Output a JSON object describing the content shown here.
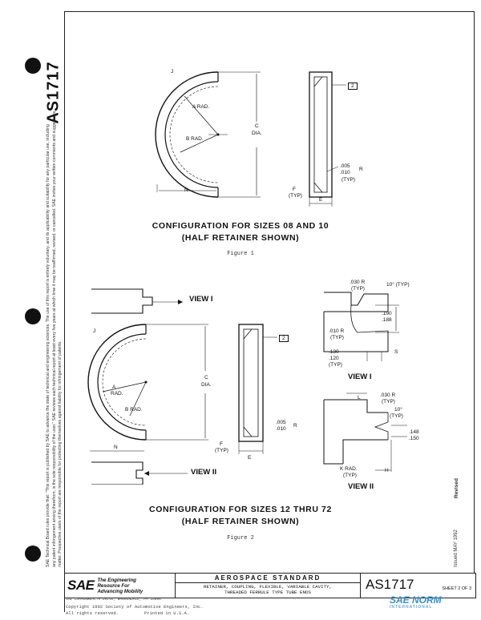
{
  "document_id": "AS1717",
  "side_notice": {
    "line1": "SAE Technical Board rules provide that: \"This report is published by SAE to advance the state of technical and engineering sciences. The use of this report is entirely voluntary, and its applicability and suitability for any particular use, including",
    "line2": "any patent infringement arising therefrom, is the sole responsibility of the user.\" SAE reviews each technical report at least every five years at which time it may be reaffirmed, revised, or cancelled. SAE invites your written comments and suggestions.",
    "line3": "matter. Prospective users of the report are responsible for protecting themselves against liability for infringement of patents."
  },
  "figure1": {
    "caption_line1": "CONFIGURATION FOR SIZES 08 AND 10",
    "caption_line2": "(HALF RETAINER SHOWN)",
    "label": "Figure 1",
    "dims": {
      "j": "J",
      "a_rad": "A RAD.",
      "b_rad": "B RAD.",
      "c": "C",
      "dia": "DIA.",
      "n": "N",
      "f": "F",
      "typ": "(TYP)",
      "e": "E",
      "radius_value_1": ".005",
      "radius_value_2": ".010",
      "r": "R",
      "typ2": "(TYP)",
      "callout": "2"
    }
  },
  "figure2": {
    "caption_line1": "CONFIGURATION FOR SIZES 12 THRU 72",
    "caption_line2": "(HALF RETAINER SHOWN)",
    "label": "Figure 2",
    "view1_label": "VIEW I",
    "view2_label": "VIEW II",
    "dims": {
      "j": "J",
      "a_rad": "A",
      "a_rad2": "RAD.",
      "b_rad": "B RAD.",
      "c": "C",
      "dia": "DIA.",
      "n": "N",
      "f": "F",
      "typ": "(TYP)",
      "e": "E",
      "radius_value_1": ".005",
      "radius_value_2": ".010",
      "r": "R",
      "callout": "2"
    },
    "view1": {
      "r030": ".030 R",
      "typ": "(TYP)",
      "angle": "10° (TYP)",
      "r010": ".010 R",
      "typ2": "(TYP)",
      "d190": ".190",
      "d188": ".188",
      "d130": ".130",
      "d120": ".120",
      "typ3": "(TYP)",
      "s": "S",
      "title": "VIEW I"
    },
    "view2": {
      "l": "L",
      "r030": ".030 R",
      "typ": "(TYP)",
      "angle": "10°",
      "typ_angle": "(TYP)",
      "d148": ".148",
      "d150": ".150",
      "k_rad": "K RAD.",
      "typ2": "(TYP)",
      "h": "H",
      "title": "VIEW II"
    }
  },
  "margin_right": {
    "revised": "Revised",
    "issued": "Issued MAY 1992"
  },
  "footer": {
    "logo": "SAE",
    "tagline_1": "The Engineering",
    "tagline_2": "Resource For",
    "tagline_3": "Advancing Mobility",
    "address": "SAE COMMONWEALTH DRIVE, WARRENDALE, PA 15096",
    "standard": "AEROSPACE STANDARD",
    "title_line1": "RETAINER, COUPLING, FLEXIBLE, VARIABLE CAVITY,",
    "title_line2": "THREADED FERRULE TYPE TUBE ENDS",
    "number": "AS1717",
    "page": "SHEET 2 OF 3"
  },
  "below_footer": {
    "copyright": "Copyright 1992 Society of Automotive Engineers, Inc.",
    "rights": "All rights reserved.",
    "printed": "Printed in U.S.A."
  },
  "watermark": {
    "text": "SAE NORM",
    "sub": "INTERNATIONAL"
  }
}
